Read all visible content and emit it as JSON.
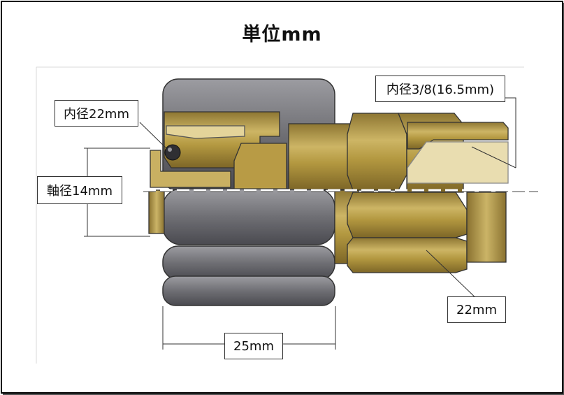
{
  "title": "単位mm",
  "labels": {
    "inner_diameter_left": "内径22mm",
    "inner_diameter_right": "内径3/8(16.5mm)",
    "shaft_diameter": "軸径14mm",
    "hex_size": "22mm",
    "length": "25mm"
  },
  "colors": {
    "brass": "#b89b45",
    "brass_dark": "#8a7230",
    "brass_light": "#d8c57a",
    "rubber": "#77777b",
    "rubber_dark": "#3f3f44",
    "outline": "#222222"
  }
}
